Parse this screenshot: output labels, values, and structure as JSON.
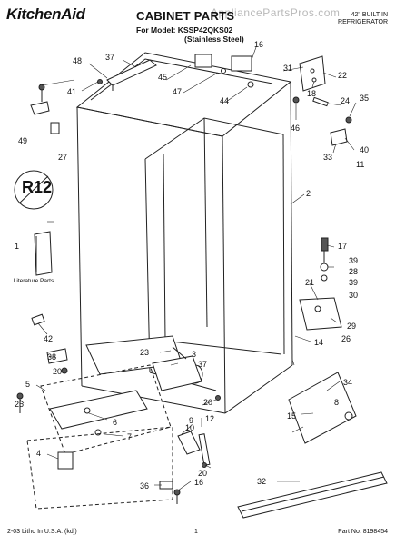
{
  "header": {
    "brand": "KitchenAid",
    "title": "CABINET PARTS",
    "model_line": "For Model: KSSP42QKS02",
    "model_sub": "(Stainless Steel)",
    "corner_line1": "42\" BUILT IN",
    "corner_line2": "REFRIGERATOR",
    "watermark": "AppliancePartsPros.com"
  },
  "labels": {
    "literature": "Literature Parts",
    "badge": "R12"
  },
  "footer": {
    "left": "2-03 Litho In U.S.A. (kdj)",
    "center": "1",
    "right": "Part No. 8198454"
  },
  "parts": [
    "1",
    "2",
    "3",
    "4",
    "5",
    "6",
    "7",
    "8",
    "9",
    "10",
    "11",
    "12",
    "14",
    "15",
    "16",
    "17",
    "18",
    "20",
    "21",
    "22",
    "23",
    "24",
    "25",
    "26",
    "27",
    "28",
    "29",
    "30",
    "31",
    "32",
    "33",
    "34",
    "35",
    "36",
    "37",
    "38",
    "39",
    "40",
    "41",
    "42",
    "44",
    "45",
    "46",
    "47",
    "48",
    "49"
  ]
}
